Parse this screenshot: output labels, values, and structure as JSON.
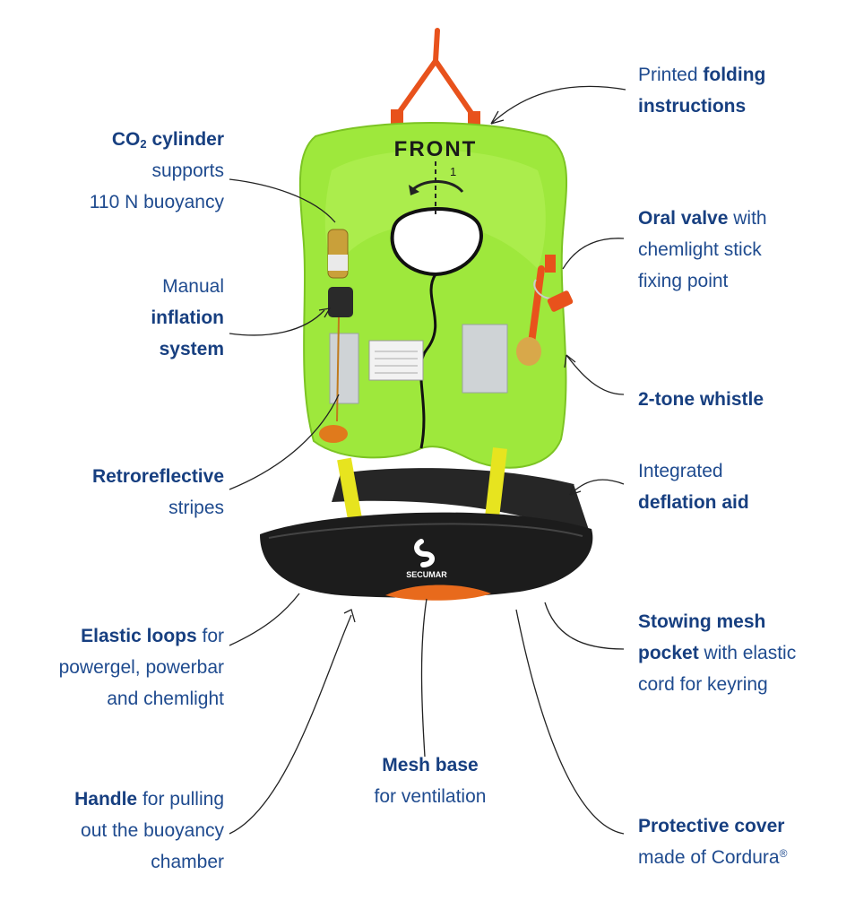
{
  "colors": {
    "text": "#1f4b8f",
    "vest": "#9ee83c",
    "belt": "#1c1c1c",
    "strap": "#e7e41f",
    "accent": "#e86a1c"
  },
  "vest": {
    "front_text": "FRONT",
    "fold_number": "1",
    "brand": "SECUMAR"
  },
  "labels": {
    "co2": {
      "bold": "CO",
      "sub": "2",
      "bold2": " cylinder",
      "line2": "supports",
      "line3": "110 N buoyancy"
    },
    "manual": {
      "line1": "Manual",
      "bold1": "inflation",
      "bold2": "system"
    },
    "retro": {
      "bold": "Retroreflective",
      "line2": "stripes"
    },
    "elastic": {
      "bold": "Elastic loops",
      "rest": " for",
      "line2": "powergel, powerbar",
      "line3": "and chemlight"
    },
    "handle": {
      "bold": "Handle",
      "rest": " for pulling",
      "line2": "out the buoyancy",
      "line3": "chamber"
    },
    "mesh_base": {
      "bold": "Mesh base",
      "line2": "for ventilation"
    },
    "printed": {
      "pre": "Printed ",
      "bold": "folding",
      "bold2": "instructions"
    },
    "oral": {
      "bold": "Oral valve",
      "rest": " with",
      "line2": "chemlight stick",
      "line3": "fixing point"
    },
    "whistle": {
      "bold": "2-tone whistle"
    },
    "deflation": {
      "line1": "Integrated",
      "bold": "deflation aid"
    },
    "stowing": {
      "bold": "Stowing mesh",
      "bold2": "pocket",
      "rest": " with elastic",
      "line3": "cord for keyring"
    },
    "protective": {
      "bold": "Protective cover",
      "line2": "made of Cordura",
      "sup": "®"
    }
  }
}
